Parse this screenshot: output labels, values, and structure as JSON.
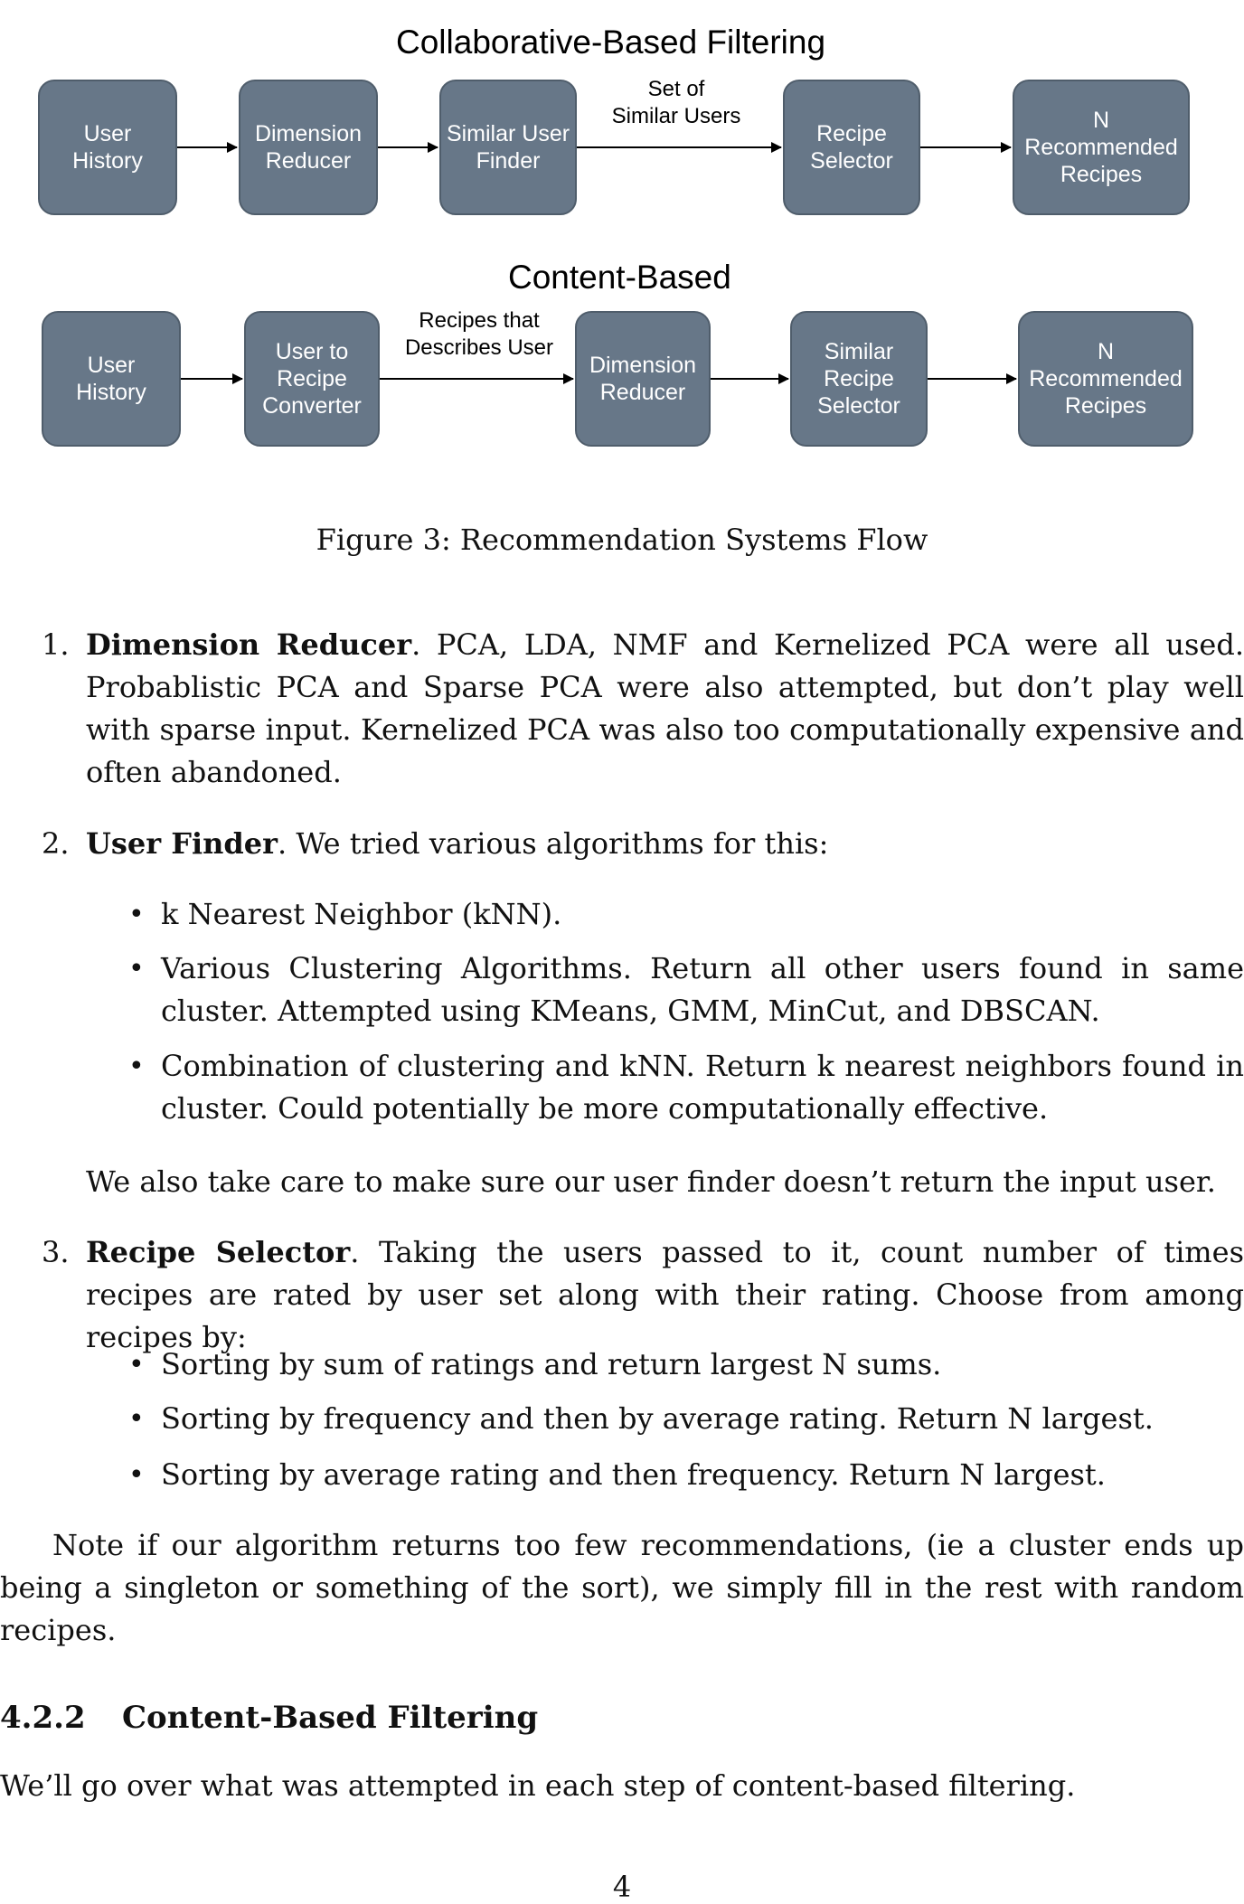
{
  "figure": {
    "collaborative": {
      "title": "Collaborative-Based Filtering",
      "boxes": [
        "User\nHistory",
        "Dimension\nReducer",
        "Similar User\nFinder",
        "Recipe\nSelector",
        "N\nRecommended\nRecipes"
      ],
      "edge_label": "Set of\nSimilar Users"
    },
    "content": {
      "title": "Content-Based",
      "boxes": [
        "User\nHistory",
        "User to\nRecipe\nConverter",
        "Dimension\nReducer",
        "Similar\nRecipe\nSelector",
        "N\nRecommended\nRecipes"
      ],
      "edge_label": "Recipes that\nDescribes User"
    },
    "caption": "Figure 3: Recommendation Systems Flow"
  },
  "list": {
    "item1": {
      "number": "1.",
      "term": "Dimension Reducer",
      "text": ". PCA, LDA, NMF and Kernelized PCA were all used. Probablistic PCA and Sparse PCA were also attempted, but don’t play well with sparse input. Kernelized PCA was also too computationally expensive and often abandoned."
    },
    "item2": {
      "number": "2.",
      "term": "User Finder",
      "text": ". We tried various algorithms for this:",
      "bullets": [
        "k Nearest Neighbor (kNN).",
        "Various Clustering Algorithms. Return all other users found in same cluster. Attempted using KMeans, GMM, MinCut, and DBSCAN.",
        "Combination of clustering and kNN. Return k nearest neighbors found in cluster. Could potentially be more computationally effective."
      ],
      "after": "We also take care to make sure our user finder doesn’t return the input user."
    },
    "item3": {
      "number": "3.",
      "term": "Recipe Selector",
      "text": ". Taking the users passed to it, count number of times recipes are rated by user set along with their rating. Choose from among recipes by:",
      "bullets": [
        "Sorting by sum of ratings and return largest N sums.",
        "Sorting by frequency and then by average rating. Return N largest.",
        "Sorting by average rating and then frequency. Return N largest."
      ]
    }
  },
  "note": "Note if our algorithm returns too few recommendations, (ie a cluster ends up being a singleton or something of the sort), we simply fill in the rest with random recipes.",
  "section": {
    "number": "4.2.2",
    "title": "Content-Based Filtering"
  },
  "section_text": "We’ll go over what was attempted in each step of content-based filtering.",
  "page_number": "4"
}
